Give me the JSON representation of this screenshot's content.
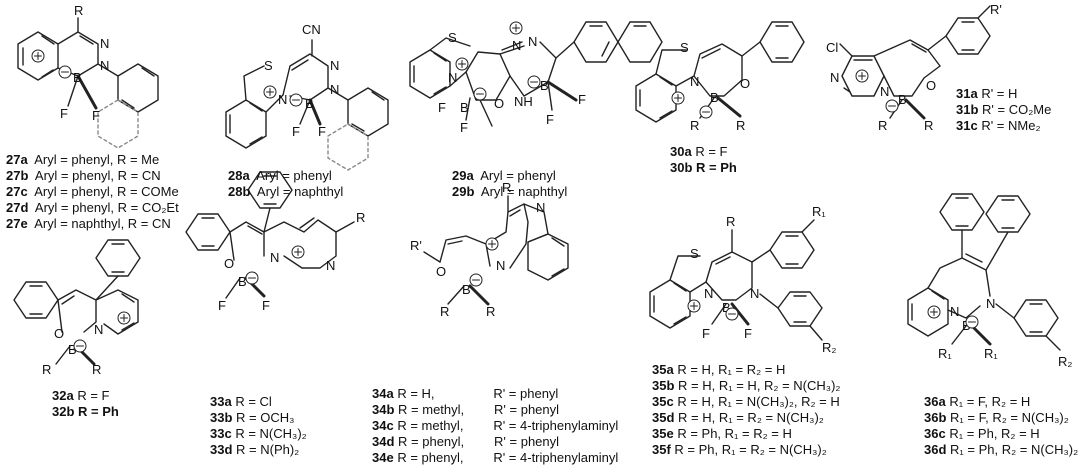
{
  "compounds": {
    "c27": {
      "atom_top": "R",
      "n1": "N",
      "n2": "N",
      "b": "B",
      "f1": "F",
      "f2": "F",
      "rows": [
        {
          "id": "27a",
          "text": "Aryl = phenyl, R = Me"
        },
        {
          "id": "27b",
          "text": "Aryl = phenyl, R = CN"
        },
        {
          "id": "27c",
          "text": "Aryl = phenyl, R = COMe"
        },
        {
          "id": "27d",
          "text": "Aryl = phenyl, R = CO₂Et"
        },
        {
          "id": "27e",
          "text": "Aryl = naphthyl, R = CN"
        }
      ]
    },
    "c28": {
      "cn": "CN",
      "s": "S",
      "n1": "N",
      "n2": "N",
      "n3": "N",
      "b": "B",
      "f1": "F",
      "f2": "F",
      "rows": [
        {
          "id": "28a",
          "text": "Aryl = phenyl"
        },
        {
          "id": "28b",
          "text": "Aryl = naphthyl"
        }
      ]
    },
    "c29": {
      "s": "S",
      "n1": "N",
      "n2": "N",
      "n3": "N",
      "b1": "B",
      "b2": "B",
      "o": "O",
      "nh": "NH",
      "f1": "F",
      "f2": "F",
      "f3": "F",
      "f4": "F",
      "rows": [
        {
          "id": "29a",
          "text": "Aryl = phenyl"
        },
        {
          "id": "29b",
          "text": "Aryl = naphthyl"
        }
      ]
    },
    "c30": {
      "s": "S",
      "n": "N",
      "b": "B",
      "o": "O",
      "r1": "R",
      "r2": "R",
      "rows": [
        {
          "id": "30a",
          "text": "R = F",
          "bold": false
        },
        {
          "id": "30b",
          "text": "R = Ph",
          "bold": true
        }
      ]
    },
    "c31": {
      "cl": "Cl",
      "n1": "N",
      "n2": "N",
      "b": "B",
      "o": "O",
      "r1": "R",
      "r2": "R",
      "rp": "R'",
      "rows": [
        {
          "id": "31a",
          "text": "R' = H"
        },
        {
          "id": "31b",
          "text": "R' = CO₂Me"
        },
        {
          "id": "31c",
          "text": "R' = NMe₂"
        }
      ]
    },
    "c32": {
      "o": "O",
      "n": "N",
      "b": "B",
      "r1": "R",
      "r2": "R",
      "rows": [
        {
          "id": "32a",
          "text": "R = F",
          "bold": false
        },
        {
          "id": "32b",
          "text": "R = Ph",
          "bold": true
        }
      ]
    },
    "c33": {
      "o": "O",
      "n1": "N",
      "n2": "N",
      "b": "B",
      "f1": "F",
      "f2": "F",
      "r": "R",
      "rows": [
        {
          "id": "33a",
          "text": "R = Cl"
        },
        {
          "id": "33b",
          "text": "R = OCH₃"
        },
        {
          "id": "33c",
          "text": "R = N(CH₃)₂"
        },
        {
          "id": "33d",
          "text": "R = N(Ph)₂"
        }
      ]
    },
    "c34": {
      "o": "O",
      "n1": "N",
      "n2": "N",
      "b": "B",
      "r1": "R",
      "r2": "R",
      "r3": "R",
      "rp": "R'",
      "rows": [
        {
          "id": "34a",
          "text": "R = H,",
          "text2": "R' = phenyl"
        },
        {
          "id": "34b",
          "text": "R = methyl,",
          "text2": "R' = phenyl"
        },
        {
          "id": "34c",
          "text": "R = methyl,",
          "text2": "R' = 4-triphenylaminyl"
        },
        {
          "id": "34d",
          "text": "R = phenyl,",
          "text2": "R' = phenyl"
        },
        {
          "id": "34e",
          "text": "R = phenyl,",
          "text2": "R' = 4-triphenylaminyl"
        }
      ]
    },
    "c35": {
      "s": "S",
      "n1": "N",
      "n2": "N",
      "b": "B",
      "f1": "F",
      "f2": "F",
      "r": "R",
      "r1": "R₁",
      "r2": "R₂",
      "rows": [
        {
          "id": "35a",
          "text": "R = H, R₁ = R₂ = H"
        },
        {
          "id": "35b",
          "text": "R = H, R₁ = H, R₂ = N(CH₃)₂"
        },
        {
          "id": "35c",
          "text": "R = H, R₁ = N(CH₃)₂, R₂ = H"
        },
        {
          "id": "35d",
          "text": "R = H, R₁ = R₂ = N(CH₃)₂"
        },
        {
          "id": "35e",
          "text": "R = Ph, R₁ = R₂ = H"
        },
        {
          "id": "35f",
          "text": "R = Ph, R₁ = R₂ = N(CH₃)₂"
        }
      ]
    },
    "c36": {
      "n1": "N",
      "n2": "N",
      "b": "B",
      "r1a": "R₁",
      "r1b": "R₁",
      "r2": "R₂",
      "rows": [
        {
          "id": "36a",
          "text": "R₁ = F, R₂ = H"
        },
        {
          "id": "36b",
          "text": "R₁ = F, R₂ = N(CH₃)₂"
        },
        {
          "id": "36c",
          "text": "R₁ = Ph, R₂ = H"
        },
        {
          "id": "36d",
          "text": "R₁ = Ph, R₂ = N(CH₃)₂"
        }
      ]
    }
  }
}
